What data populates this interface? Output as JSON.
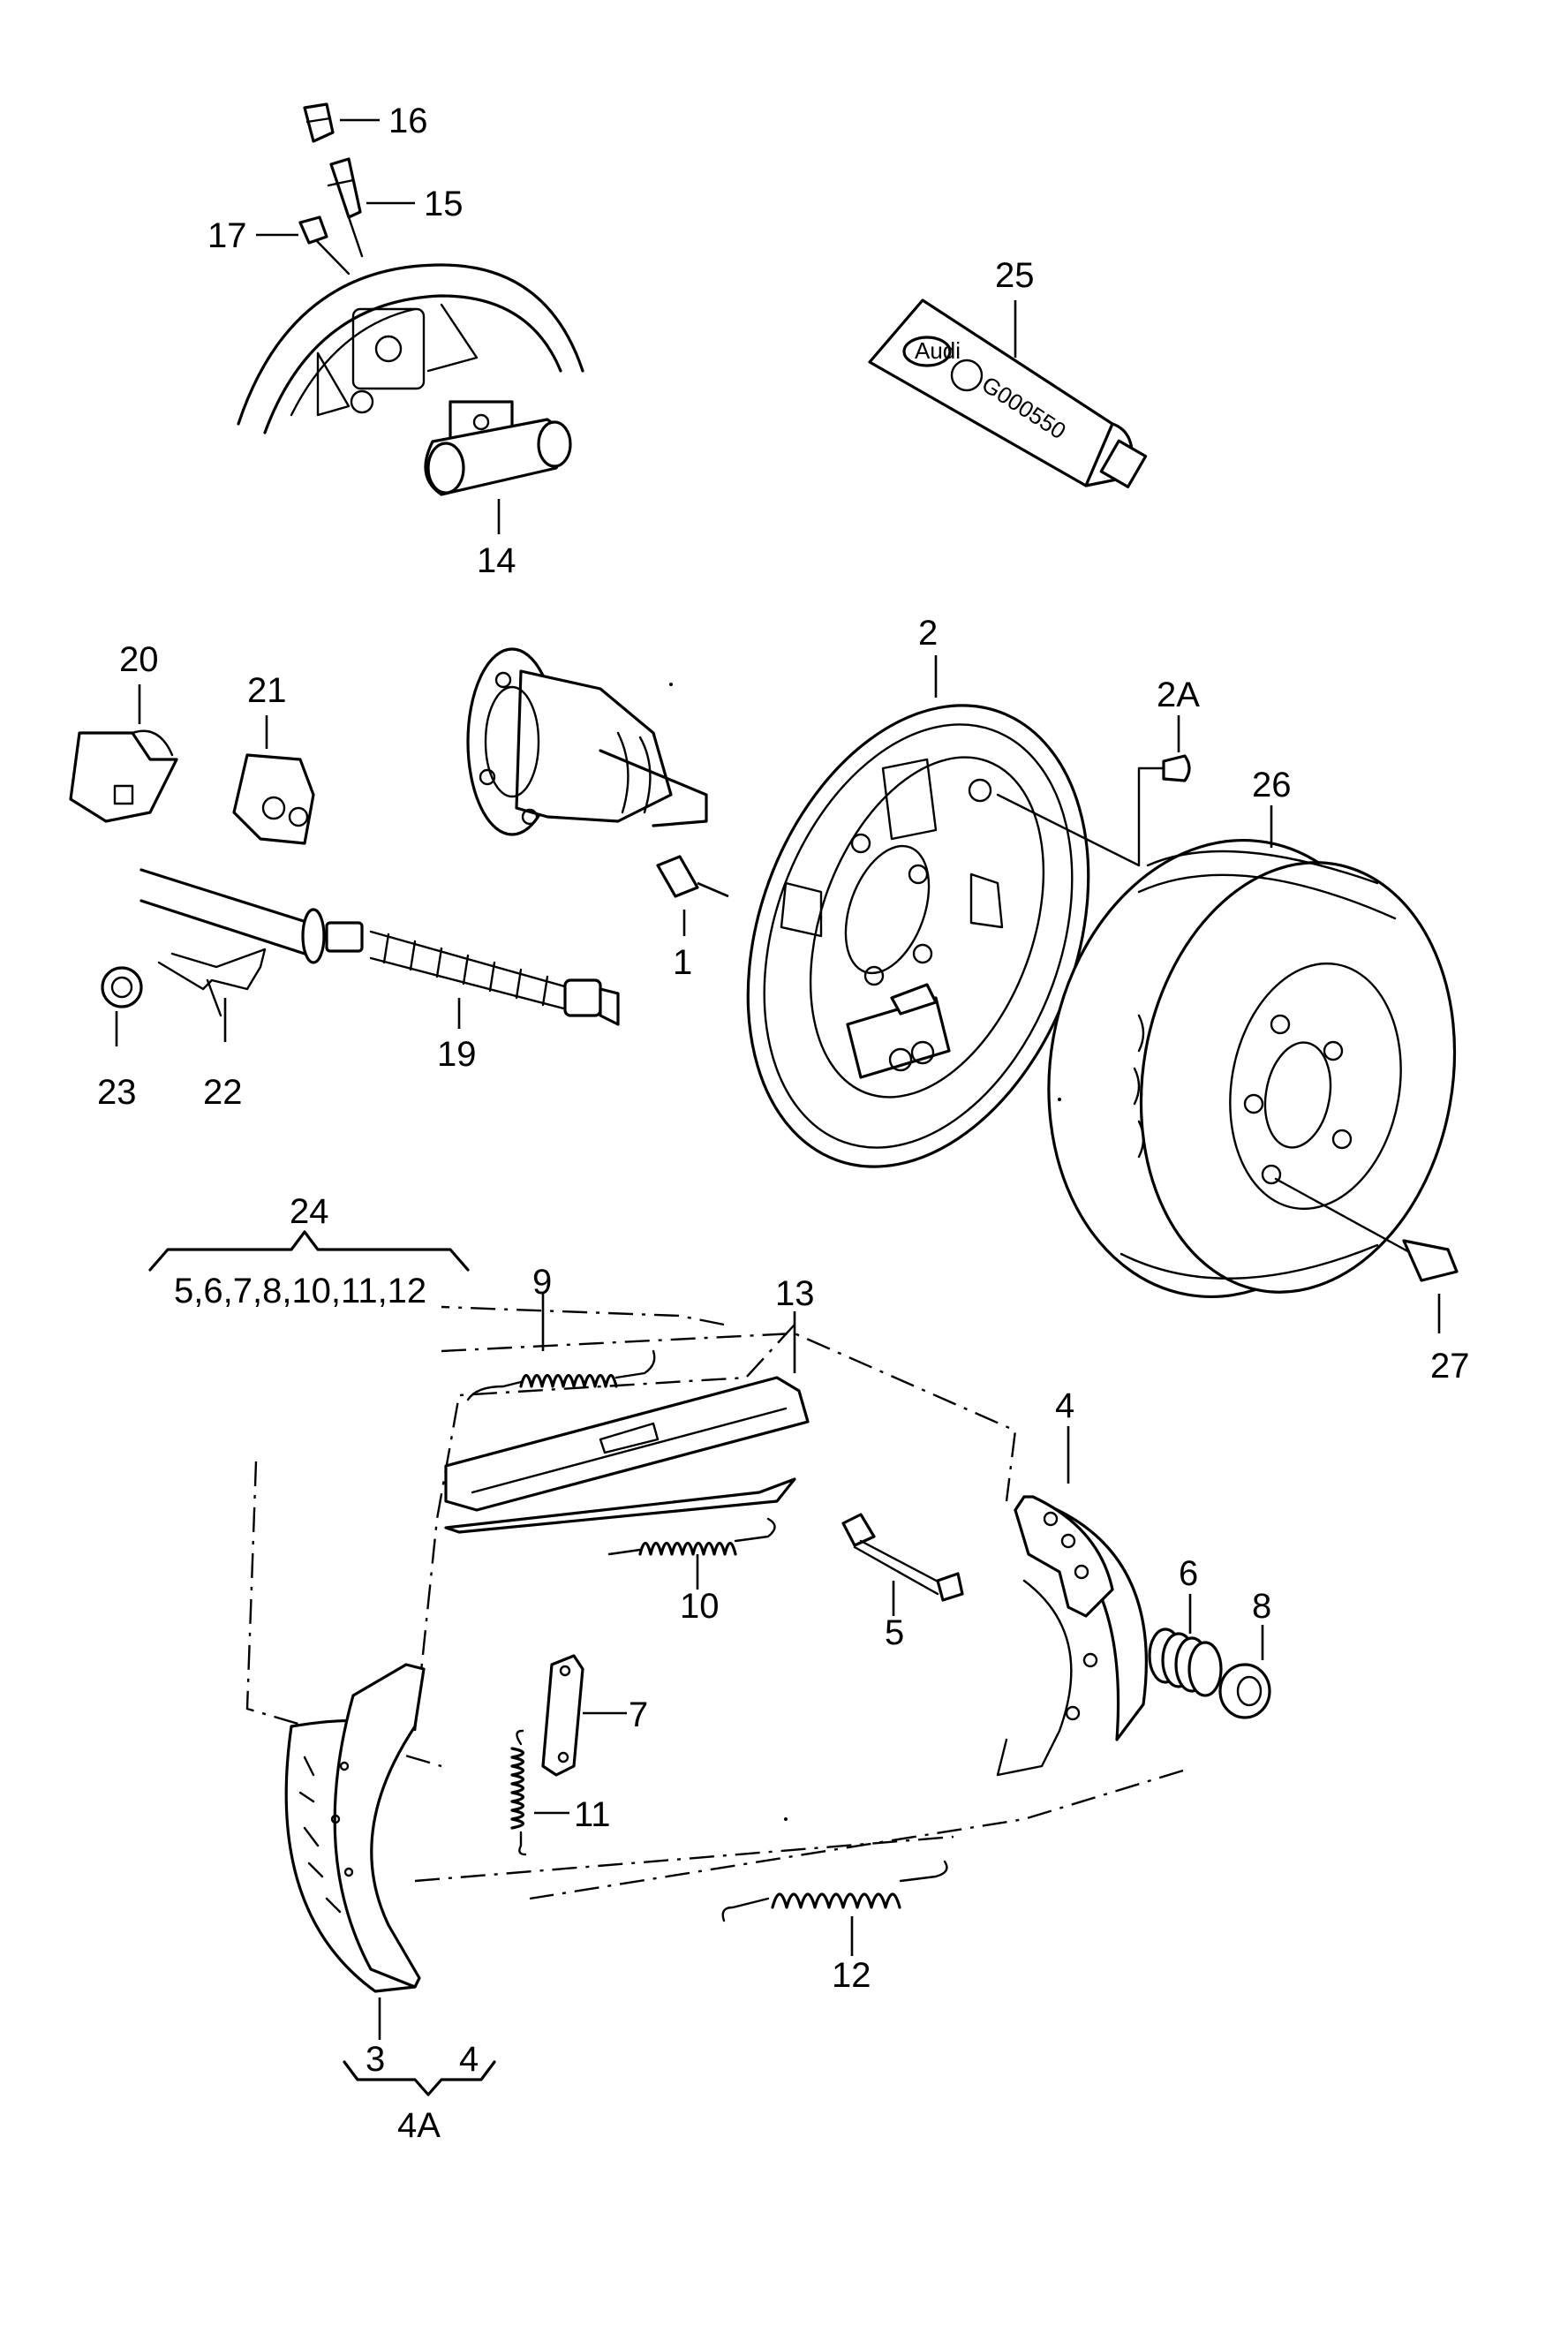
{
  "callouts": {
    "c1": "1",
    "c2": "2",
    "c2a": "2A",
    "c3": "3",
    "c4a": "4",
    "c4b": "4",
    "c4A": "4A",
    "c5": "5",
    "c6": "6",
    "c7": "7",
    "c8": "8",
    "c9": "9",
    "c10": "10",
    "c11": "11",
    "c12": "12",
    "c13": "13",
    "c14": "14",
    "c15": "15",
    "c16": "16",
    "c17": "17",
    "c19": "19",
    "c20": "20",
    "c21": "21",
    "c22": "22",
    "c23": "23",
    "c24": "24",
    "c25": "25",
    "c26": "26",
    "c27": "27"
  },
  "kit24_contents": "5,6,7,8,10,11,12",
  "grease_tube": {
    "brand_mark": "Audi",
    "part_code": "G000550"
  },
  "colors": {
    "ink": "#000000",
    "paper": "#ffffff"
  }
}
